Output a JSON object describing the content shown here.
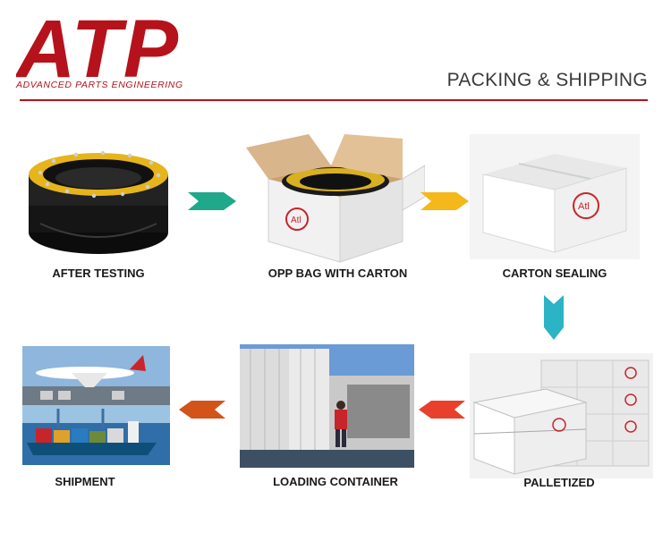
{
  "brand": {
    "name": "ATP",
    "tagline": "ADVANCED PARTS ENGINEERING",
    "color": "#b5121b"
  },
  "section": {
    "title": "PACKING & SHIPPING"
  },
  "steps": [
    {
      "label": "AFTER TESTING"
    },
    {
      "label": "OPP BAG WITH CARTON"
    },
    {
      "label": "CARTON SEALING"
    },
    {
      "label": "PALLETIZED"
    },
    {
      "label": "LOADING CONTAINER"
    },
    {
      "label": "SHIPMENT"
    }
  ],
  "arrow_colors": {
    "step1": "#1fa88a",
    "step2": "#f5b81a",
    "step3": "#2bb3c6",
    "step4": "#e8402a",
    "step5": "#d2541b"
  },
  "carton_logo": "Atl"
}
